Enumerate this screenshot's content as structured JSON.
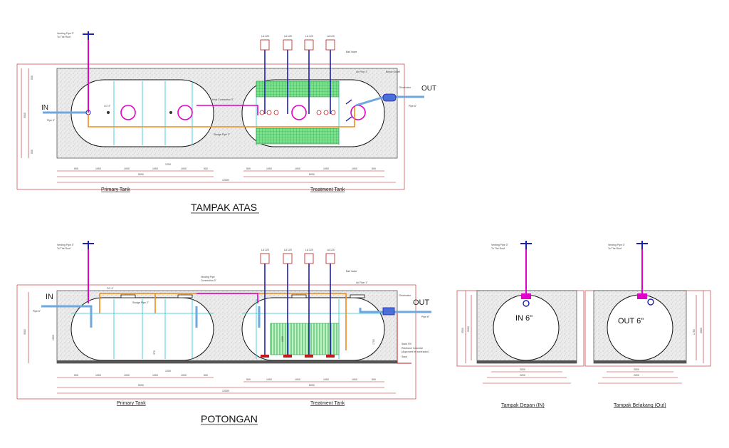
{
  "titles": {
    "top_view": "TAMPAK ATAS",
    "section": "POTONGAN",
    "front_view": "Tampak Depan (IN)",
    "back_view": "Tampak Belakang (Out)"
  },
  "labels": {
    "primary_tank": "Primary Tank",
    "treatment_tank": "Treatment Tank",
    "in": "IN",
    "out": "OUT",
    "in_6": "IN 6\"",
    "out_6": "OUT 6\"",
    "venting_pipe_1": "Venting Pipe 3\"",
    "venting_pipe_2": "To The Roof",
    "pipe_6": "Pipe 6\"",
    "host_connection": "Host Connection 3\"",
    "sludge_pipe": "Sludge Pipe 2\"",
    "venting_connection_1": "Venting Pipe",
    "venting_connection_2": "Connection 3\"",
    "air_valve": "Ball Valve",
    "air_pipe": "Air Pipe 1\"",
    "outlet": "Below Outlet",
    "chlorinator": "Chlorinator",
    "co": "CO 4\"",
    "sand_fill": "Sand Fill",
    "concrete_1": "Reinforce Concrete",
    "concrete_2": "(Approved by contractor)",
    "sand": "Sand",
    "blower": "LA 120"
  },
  "dims": {
    "d500": "500",
    "d1000": "1000",
    "d1500": "1500",
    "d5000": "5000",
    "d6000": "6000",
    "d12000": "12000",
    "d1200": "1200",
    "d2000": "2000",
    "d2200": "2200",
    "d2400": "2400",
    "d1700": "1700",
    "d2500": "2500",
    "d3000": "3000",
    "d370": "370"
  },
  "colors": {
    "dimension": "#c21a1a",
    "inner_partition": "#21c6d6",
    "inlet_pipe": "#1f1fb0",
    "vent_pipe": "#e000c8",
    "sludge_pipe": "#f08a1a",
    "filter_media": "#2ecc71"
  }
}
